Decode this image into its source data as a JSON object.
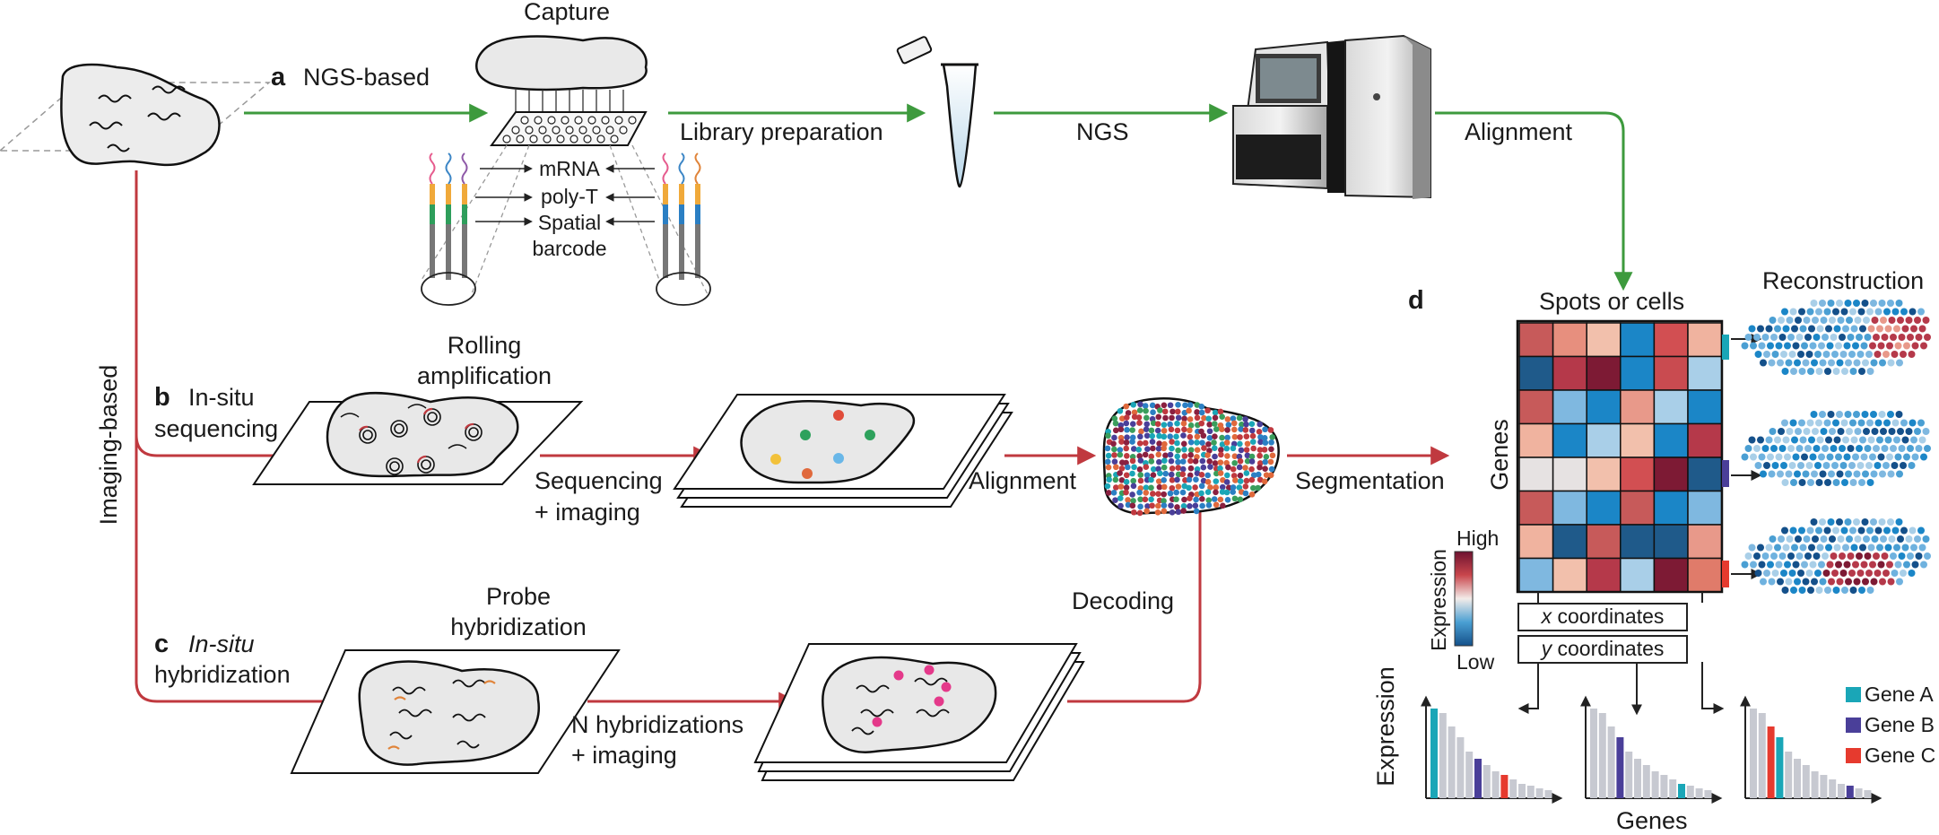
{
  "labels": {
    "capture": "Capture",
    "a_letter": "a",
    "a_text": "NGS-based",
    "library_prep": "Library preparation",
    "ngs": "NGS",
    "alignment_top": "Alignment",
    "mrna": "mRNA",
    "polyt": "poly-T",
    "spatial": "Spatial",
    "barcode": "barcode",
    "imaging_based": "Imaging-based",
    "b_letter": "b",
    "b_text1": "In-situ",
    "b_text2": "sequencing",
    "rolling1": "Rolling",
    "rolling2": "amplification",
    "seq_imaging1": "Sequencing",
    "seq_imaging2": "+ imaging",
    "alignment_mid": "Alignment",
    "segmentation": "Segmentation",
    "c_letter": "c",
    "c_text1": "In-situ",
    "c_text2": "hybridization",
    "probe1": "Probe",
    "probe2": "hybridization",
    "nhyb1": "N hybridizations",
    "nhyb2": "+ imaging",
    "decoding": "Decoding",
    "d_letter": "d",
    "spots_cells": "Spots or cells",
    "reconstruction": "Reconstruction",
    "genes_axis": "Genes",
    "high": "High",
    "low": "Low",
    "expression_scale": "Expression",
    "x_prefix": "x",
    "x_suffix": " coordinates",
    "y_prefix": "y",
    "y_suffix": " coordinates",
    "expression_bar": "Expression",
    "genes_bottom": "Genes"
  },
  "legend": [
    {
      "name": "Gene A",
      "color": "#1aa6b7"
    },
    {
      "name": "Gene B",
      "color": "#4a3f99"
    },
    {
      "name": "Gene C",
      "color": "#e63a2e"
    }
  ],
  "colors": {
    "ngs_arrow": "#3d9a3d",
    "imaging_arrow": "#c0393f",
    "tissue_fill": "#e8e8e8",
    "bar_gray": "#c7c9d1"
  },
  "heatmap": [
    [
      "#c75a5a",
      "#e78f7e",
      "#f2c0ac",
      "#1b86c7",
      "#d24f52",
      "#f0b39f"
    ],
    [
      "#1f5a8a",
      "#b5394a",
      "#7d1a34",
      "#1b86c7",
      "#c94b50",
      "#a9cfe8"
    ],
    [
      "#c75a5a",
      "#7fb8e0",
      "#1b86c7",
      "#e8998a",
      "#a9cfe8",
      "#1b86c7"
    ],
    [
      "#f0b39f",
      "#1b86c7",
      "#a9cfe8",
      "#f2c0ac",
      "#1b86c7",
      "#b5394a"
    ],
    [
      "#e6e2e2",
      "#e6e2e2",
      "#f2c0ac",
      "#d24f52",
      "#7d1a34",
      "#1f5a8a"
    ],
    [
      "#c75a5a",
      "#7fb8e0",
      "#1b86c7",
      "#c75a5a",
      "#1b86c7",
      "#7fb8e0"
    ],
    [
      "#f0b39f",
      "#1f5a8a",
      "#c75a5a",
      "#1f5a8a",
      "#1f5a8a",
      "#e8998a"
    ],
    [
      "#7fb8e0",
      "#f2c0ac",
      "#b5394a",
      "#a9cfe8",
      "#7d1a34",
      "#e07b6a"
    ]
  ],
  "bar_charts": [
    {
      "values": [
        1.0,
        0.95,
        0.8,
        0.68,
        0.52,
        0.44,
        0.37,
        0.3,
        0.26,
        0.21,
        0.16,
        0.14,
        0.11,
        0.09
      ],
      "highlight": {
        "0": "A",
        "5": "B",
        "8": "C"
      }
    },
    {
      "values": [
        1.0,
        0.95,
        0.8,
        0.68,
        0.52,
        0.44,
        0.37,
        0.3,
        0.26,
        0.21,
        0.16,
        0.14,
        0.11,
        0.09
      ],
      "highlight": {
        "3": "B",
        "10": "A"
      }
    },
    {
      "values": [
        1.0,
        0.95,
        0.8,
        0.68,
        0.52,
        0.44,
        0.37,
        0.3,
        0.26,
        0.21,
        0.16,
        0.14,
        0.11,
        0.09
      ],
      "highlight": {
        "2": "C",
        "3": "A",
        "11": "B"
      }
    }
  ]
}
